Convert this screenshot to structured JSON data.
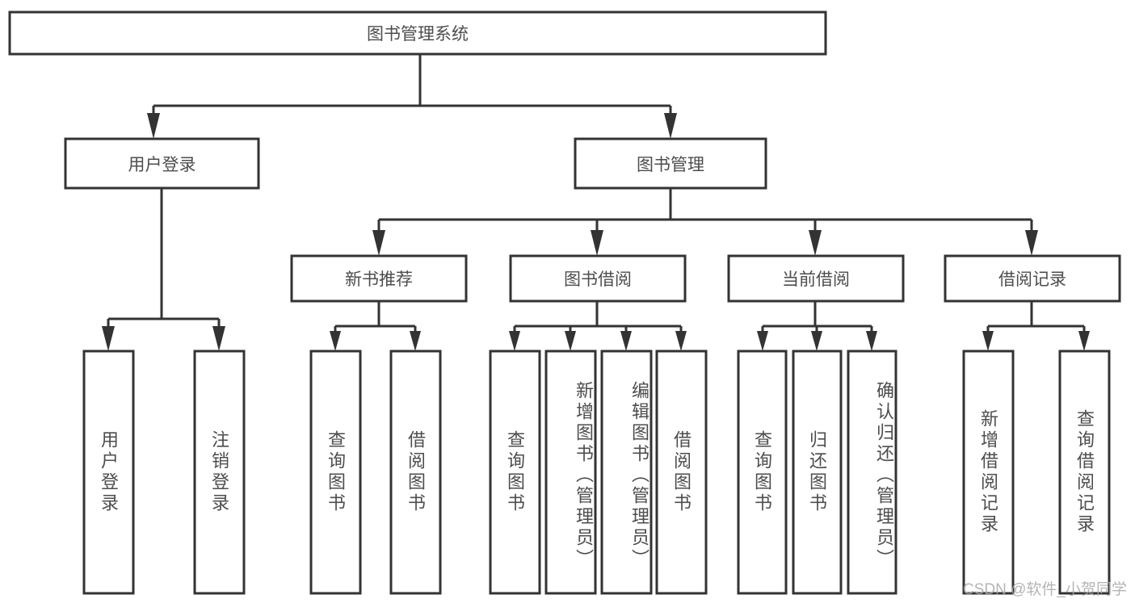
{
  "diagram": {
    "title": "图书管理系统",
    "type": "hierarchy-tree",
    "watermark": "CSDN @软件_小贺同学",
    "colors": {
      "box_stroke": "#333333",
      "box_fill": "#ffffff",
      "text": "#4d4d4d",
      "connector": "#333333",
      "background": "#ffffff",
      "watermark": "#a8a8a8"
    },
    "levels": {
      "root": "图书管理系统",
      "level2": [
        "用户登录",
        "图书管理"
      ],
      "level3": [
        "新书推荐",
        "图书借阅",
        "当前借阅",
        "借阅记录"
      ]
    },
    "nodes": {
      "root": {
        "label": "图书管理系统"
      },
      "user_login": {
        "label": "用户登录"
      },
      "book_manage": {
        "label": "图书管理"
      },
      "new_book_rec": {
        "label": "新书推荐"
      },
      "book_borrow": {
        "label": "图书借阅"
      },
      "current_borrow": {
        "label": "当前借阅"
      },
      "borrow_record": {
        "label": "借阅记录"
      },
      "leaf_user_login": {
        "label": "用户登录"
      },
      "leaf_logout": {
        "label": "注销登录"
      },
      "leaf_query_book_1": {
        "label": "查询图书"
      },
      "leaf_borrow_book_1": {
        "label": "借阅图书"
      },
      "leaf_query_book_2": {
        "label": "查询图书"
      },
      "leaf_add_book": {
        "label": "新增图书（管理员）"
      },
      "leaf_edit_book": {
        "label": "编辑图书（管理员）"
      },
      "leaf_borrow_book_2": {
        "label": "借阅图书"
      },
      "leaf_query_book_3": {
        "label": "查询图书"
      },
      "leaf_return_book": {
        "label": "归还图书"
      },
      "leaf_confirm_return": {
        "label": "确认归还（管理员）"
      },
      "leaf_add_record": {
        "label": "新增借阅记录"
      },
      "leaf_query_record": {
        "label": "查询借阅记录"
      }
    }
  }
}
